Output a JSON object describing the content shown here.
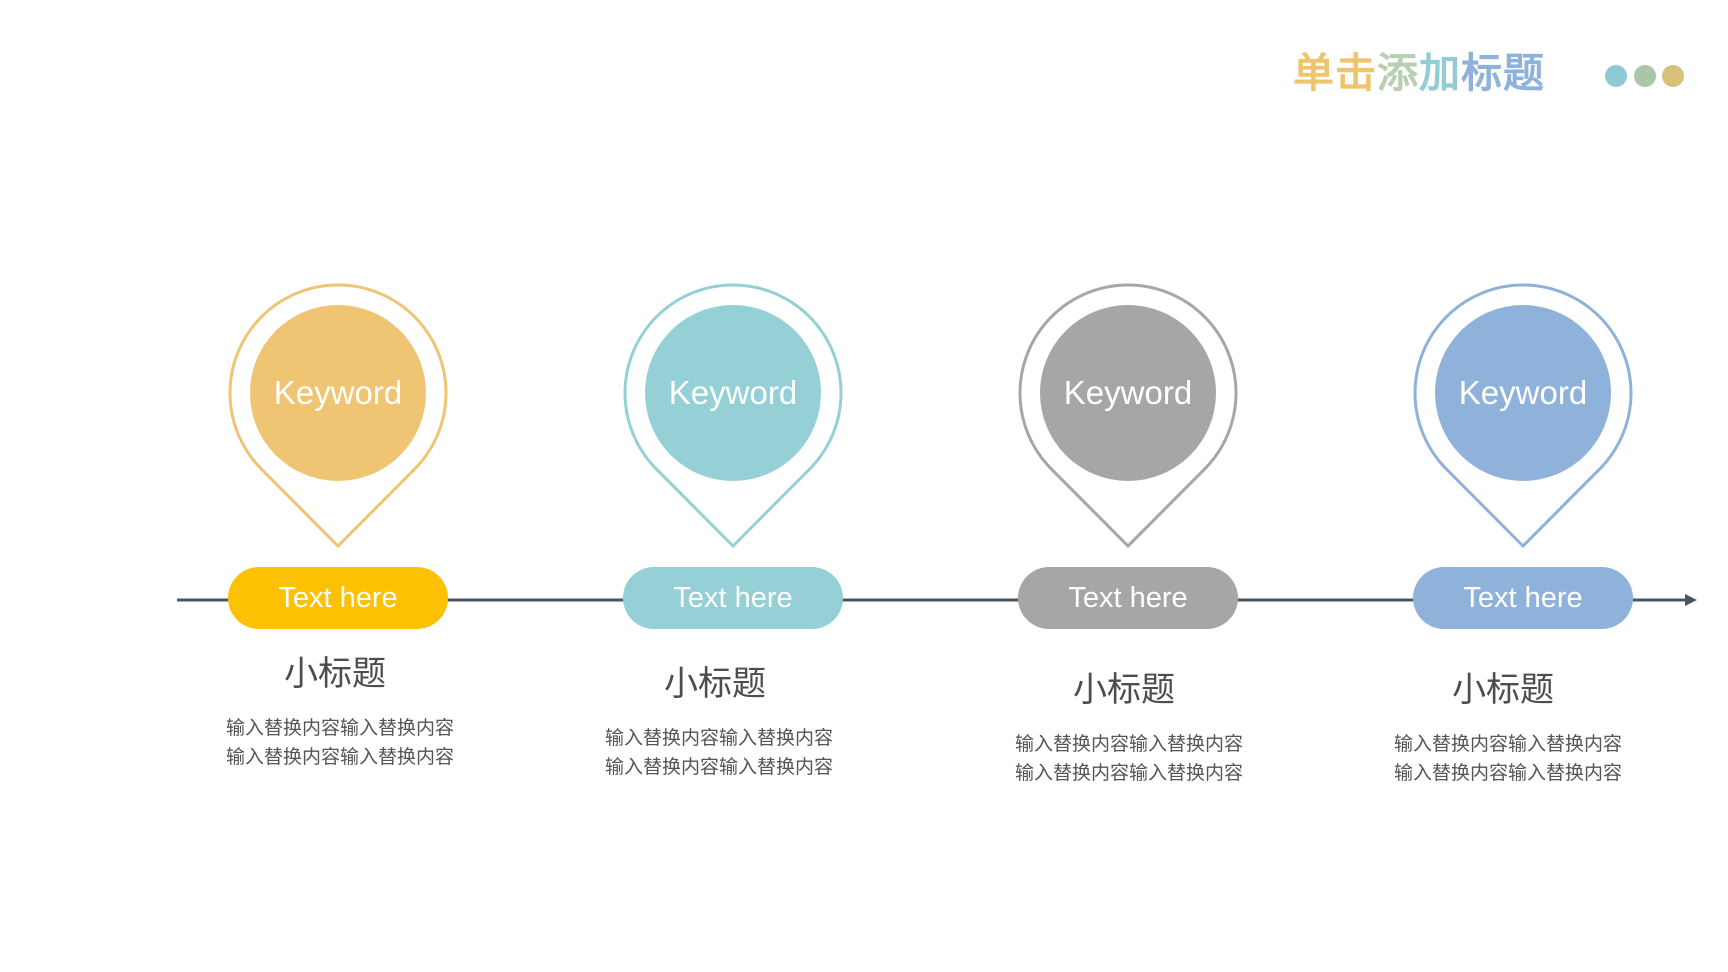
{
  "title": {
    "chars": [
      "单",
      "击",
      "添",
      "加",
      "标",
      "题"
    ],
    "colors": [
      "#eec56c",
      "#eec56c",
      "#b9cfb3",
      "#92ccd4",
      "#8fb2dc",
      "#8fb2dc"
    ]
  },
  "decor_dots": [
    "#8fc9d6",
    "#a9c6a9",
    "#d6c27a"
  ],
  "axis_color": "#4a5563",
  "steps": [
    {
      "keyword": "Keyword",
      "label": "Text here",
      "subtitle": "小标题",
      "desc_lines": [
        "输入替换内容输入替换内容",
        "输入替换内容输入替换内容"
      ],
      "color": "#efc574",
      "pill_color": "#fdc103"
    },
    {
      "keyword": "Keyword",
      "label": "Text here",
      "subtitle": "小标题",
      "desc_lines": [
        "输入替换内容输入替换内容",
        "输入替换内容输入替换内容"
      ],
      "color": "#94d0d6",
      "pill_color": "#94d0d6"
    },
    {
      "keyword": "Keyword",
      "label": "Text here",
      "subtitle": "小标题",
      "desc_lines": [
        "输入替换内容输入替换内容",
        "输入替换内容输入替换内容"
      ],
      "color": "#a6a6a6",
      "pill_color": "#a6a6a6"
    },
    {
      "keyword": "Keyword",
      "label": "Text here",
      "subtitle": "小标题",
      "desc_lines": [
        "输入替换内容输入替换内容",
        "输入替换内容输入替换内容"
      ],
      "color": "#8fb2da",
      "pill_color": "#8fb2da"
    }
  ]
}
